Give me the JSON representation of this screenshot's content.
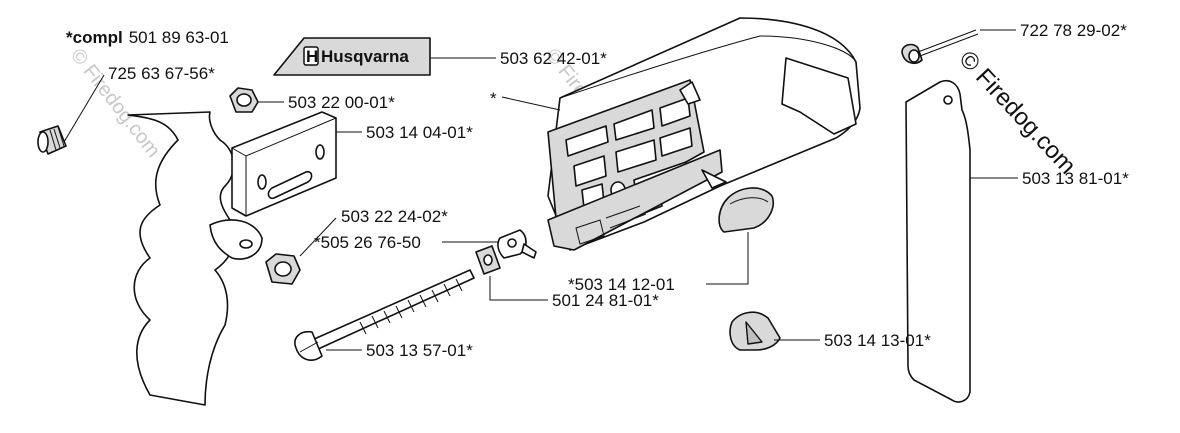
{
  "assembly": {
    "prefix": "*compl",
    "number": "501 89 63-01"
  },
  "brand": {
    "logo_text": "Husqvarna",
    "logo_mark": "H"
  },
  "callouts": {
    "screw": "725 63 67-56*",
    "nut_top": "503 22 00-01*",
    "plate": "503 14 04-01*",
    "nut_bottom": "503 22 24-02*",
    "chain_pin": "*505 26 76-50",
    "washer": "501 24 81-01*",
    "tension_screw": "503 13 57-01*",
    "decal": "503 62 42-01*",
    "cover": "*",
    "pin": "722 78 29-02*",
    "guard_plate": "503 13 81-01*",
    "pad_upper": "*503 14 12-01",
    "pad_lower": "503 14 13-01*"
  },
  "watermark": {
    "main": "© Firedog.com",
    "faint": "© Firedog.com"
  }
}
